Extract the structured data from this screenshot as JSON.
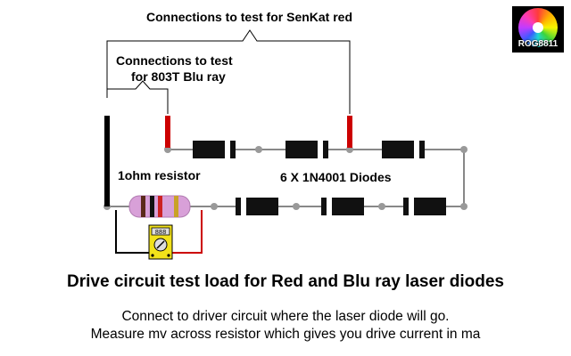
{
  "labels": {
    "senkat": "Connections to test for SenKat red",
    "bluray_line1": "Connections to test",
    "bluray_line2": "for 803T Blu ray",
    "resistor": "1ohm resistor",
    "diodes": "6 X 1N4001 Diodes",
    "meter_display": "888"
  },
  "title": "Drive circuit test load for Red and Blu ray laser diodes",
  "notes": {
    "line1": "Connect to driver circuit where the laser diode will go.",
    "line2": "Measure mv across resistor which gives you drive current in ma"
  },
  "logo": {
    "text": "ROG8811"
  },
  "colors": {
    "wire": "#888888",
    "probe_red": "#cc0000",
    "probe_black": "#000000",
    "diode_body": "#111111",
    "diode_band": "#ffffff",
    "resistor_body": "#d8a0d8",
    "meter_yellow": "#f2e21a"
  }
}
